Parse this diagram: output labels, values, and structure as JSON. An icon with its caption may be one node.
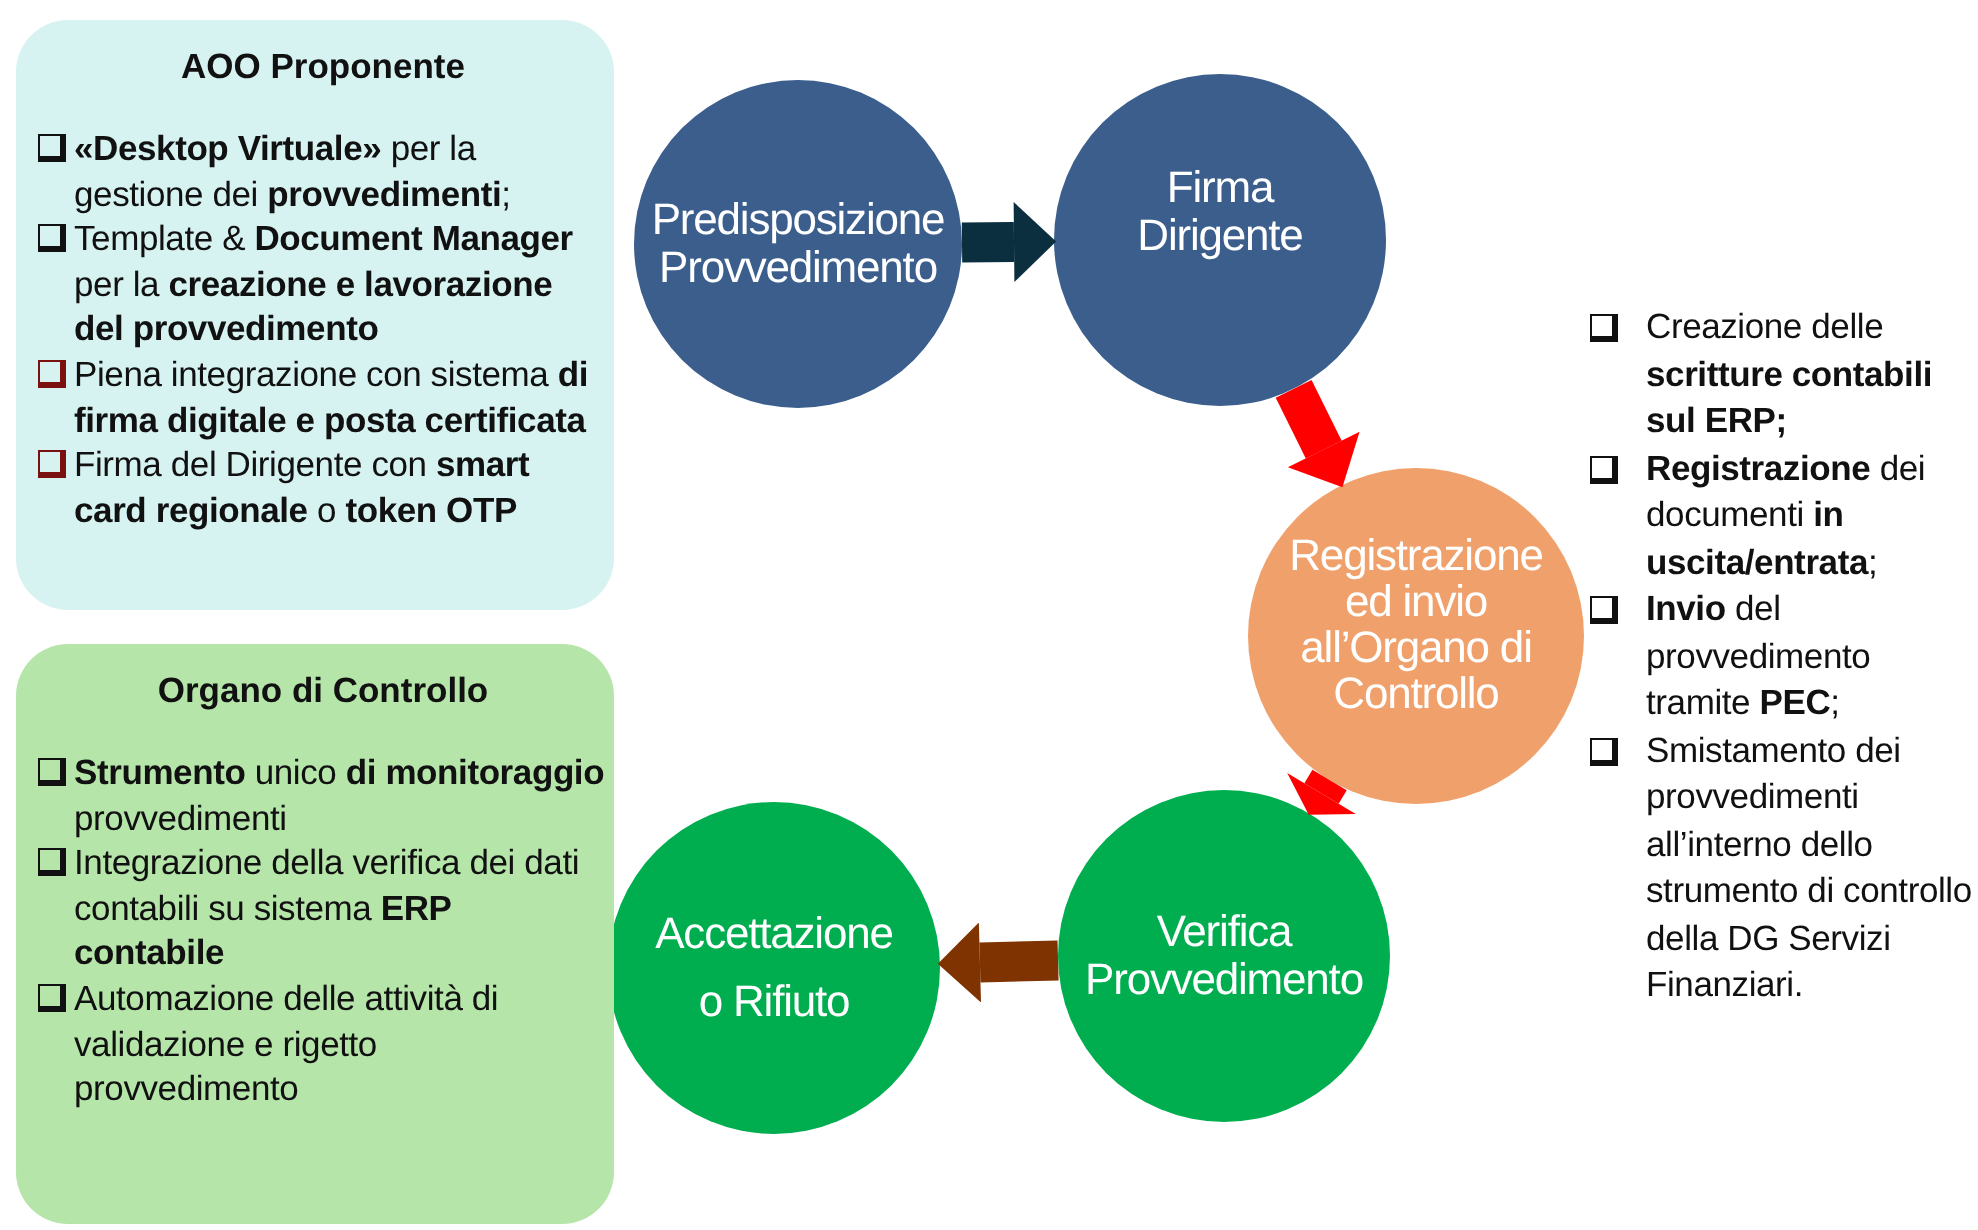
{
  "diagram": {
    "nodes": [
      {
        "text": [
          "AOO Proponente",
          "**«Desktop Virtuale»** per la gestione dei **provvedimenti**;",
          "Template & **Document Manager** per la **creazione e lavorazione del provvedimento**",
          "Piena integrazione con sistema **di firma digitale e posta certificata**",
          "Firma del Dirigente con **smart card regionale** o **token OTP**"
        ]
      },
      {
        "text": [
          "Predisposizione Provvedimento"
        ]
      },
      {
        "text": [
          "Firma Dirigente"
        ]
      },
      {
        "text": [
          "Registrazione ed invio all’Organo di Controllo"
        ],
        "beside": [
          "Creazione delle **scritture contabili sul ERP;**",
          "**Registrazione** dei documenti **in uscita/entrata**;",
          "**Invio** del provvedimento tramite **PEC**;",
          "Smistamento dei provvedimenti all’interno dello strumento di controllo della DG Servizi Finanziari."
        ]
      },
      {
        "text": [
          "Verifica Provvedimento"
        ]
      },
      {
        "text": [
          "Accettazione o Rifiuto"
        ]
      },
      {
        "text": [
          "Organo di Controllo",
          "**Strumento** unico **di monitoraggio** provvedimenti",
          "Integrazione della verifica dei dati contabili su sistema **ERP contabile**",
          "Automazione delle attività di validazione e rigetto provvedimento"
        ]
      }
    ],
    "edges": [
      {
        "from": 1,
        "to": 2,
        "arrow": "to",
        "color": "#0b2f3f"
      },
      {
        "from": 2,
        "to": 3,
        "arrow": "to",
        "color": "#ff0000"
      },
      {
        "from": 3,
        "to": 4,
        "arrow": "to",
        "color": "#ff0000"
      },
      {
        "from": 4,
        "to": 5,
        "arrow": "to",
        "color": "#7f3300"
      }
    ]
  }
}
